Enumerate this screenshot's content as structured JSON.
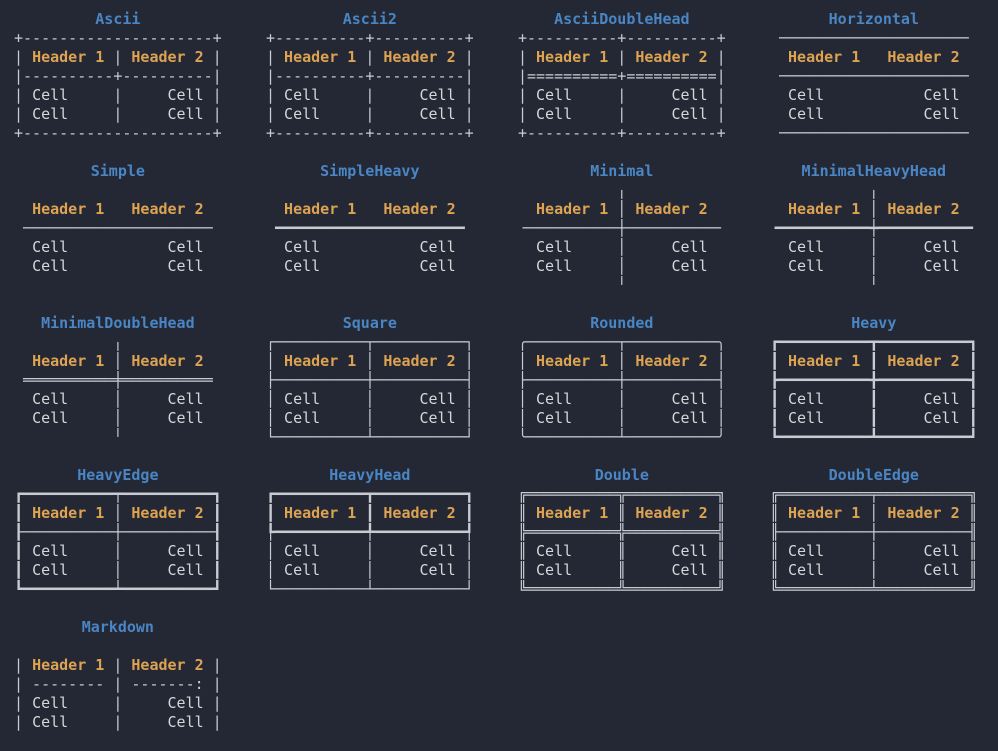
{
  "colors": {
    "background": "#232834",
    "title": "#4a85c4",
    "header": "#dda352",
    "cell": "#d5d7d9",
    "border": "#c8ccd2"
  },
  "table_template": {
    "headers": [
      "Header 1",
      "Header 2"
    ],
    "rows": [
      [
        "Cell",
        "Cell"
      ],
      [
        "Cell",
        "Cell"
      ]
    ]
  },
  "tables": [
    {
      "title": "Ascii",
      "lines": [
        "+---------------------+",
        "| Header 1 | Header 2 |",
        "|----------+----------|",
        "| Cell     |     Cell |",
        "| Cell     |     Cell |",
        "+---------------------+"
      ]
    },
    {
      "title": "Ascii2",
      "lines": [
        "+----------+----------+",
        "| Header 1 | Header 2 |",
        "|----------+----------|",
        "| Cell     |     Cell |",
        "| Cell     |     Cell |",
        "+----------+----------+"
      ]
    },
    {
      "title": "AsciiDoubleHead",
      "lines": [
        "+----------+----------+",
        "| Header 1 | Header 2 |",
        "|==========+==========|",
        "| Cell     |     Cell |",
        "| Cell     |     Cell |",
        "+----------+----------+"
      ]
    },
    {
      "title": "Horizontal",
      "lines": [
        " ───────────────────── ",
        "  Header 1   Header 2  ",
        " ───────────────────── ",
        "  Cell           Cell  ",
        "  Cell           Cell  ",
        " ───────────────────── "
      ]
    },
    {
      "title": "Simple",
      "lines": [
        "                       ",
        "  Header 1   Header 2  ",
        " ───────────────────── ",
        "  Cell           Cell  ",
        "  Cell           Cell  ",
        "                       "
      ]
    },
    {
      "title": "SimpleHeavy",
      "lines": [
        "                       ",
        "  Header 1   Header 2  ",
        " ━━━━━━━━━━━━━━━━━━━━━ ",
        "  Cell           Cell  ",
        "  Cell           Cell  ",
        "                       "
      ]
    },
    {
      "title": "Minimal",
      "lines": [
        "           ╷           ",
        "  Header 1 │ Header 2  ",
        "╶──────────┼──────────╴",
        "  Cell     │     Cell  ",
        "  Cell     │     Cell  ",
        "           ╵           "
      ]
    },
    {
      "title": "MinimalHeavyHead",
      "lines": [
        "           ╷           ",
        "  Header 1 │ Header 2  ",
        "╺━━━━━━━━━━┿━━━━━━━━━━╸",
        "  Cell     │     Cell  ",
        "  Cell     │     Cell  ",
        "           ╵           "
      ]
    },
    {
      "title": "MinimalDoubleHead",
      "lines": [
        "           ╷           ",
        "  Header 1 │ Header 2  ",
        " ══════════╪══════════ ",
        "  Cell     │     Cell  ",
        "  Cell     │     Cell  ",
        "           ╵           "
      ]
    },
    {
      "title": "Square",
      "lines": [
        "┌──────────┬──────────┐",
        "│ Header 1 │ Header 2 │",
        "├──────────┼──────────┤",
        "│ Cell     │     Cell │",
        "│ Cell     │     Cell │",
        "└──────────┴──────────┘"
      ]
    },
    {
      "title": "Rounded",
      "lines": [
        "╭──────────┬──────────╮",
        "│ Header 1 │ Header 2 │",
        "├──────────┼──────────┤",
        "│ Cell     │     Cell │",
        "│ Cell     │     Cell │",
        "╰──────────┴──────────╯"
      ]
    },
    {
      "title": "Heavy",
      "lines": [
        "┏━━━━━━━━━━┳━━━━━━━━━━┓",
        "┃ Header 1 ┃ Header 2 ┃",
        "┣━━━━━━━━━━╋━━━━━━━━━━┫",
        "┃ Cell     ┃     Cell ┃",
        "┃ Cell     ┃     Cell ┃",
        "┗━━━━━━━━━━┻━━━━━━━━━━┛"
      ]
    },
    {
      "title": "HeavyEdge",
      "lines": [
        "┏━━━━━━━━━━┯━━━━━━━━━━┓",
        "┃ Header 1 │ Header 2 ┃",
        "┠──────────┼──────────┨",
        "┃ Cell     │     Cell ┃",
        "┃ Cell     │     Cell ┃",
        "┗━━━━━━━━━━┷━━━━━━━━━━┛"
      ]
    },
    {
      "title": "HeavyHead",
      "lines": [
        "┏━━━━━━━━━━┳━━━━━━━━━━┓",
        "┃ Header 1 ┃ Header 2 ┃",
        "┡━━━━━━━━━━╇━━━━━━━━━━┩",
        "│ Cell     │     Cell │",
        "│ Cell     │     Cell │",
        "└──────────┴──────────┘"
      ]
    },
    {
      "title": "Double",
      "lines": [
        "╔══════════╦══════════╗",
        "║ Header 1 ║ Header 2 ║",
        "╠══════════╬══════════╣",
        "║ Cell     ║     Cell ║",
        "║ Cell     ║     Cell ║",
        "╚══════════╩══════════╝"
      ]
    },
    {
      "title": "DoubleEdge",
      "lines": [
        "╔══════════╤══════════╗",
        "║ Header 1 │ Header 2 ║",
        "╟──────────┼──────────╢",
        "║ Cell     │     Cell ║",
        "║ Cell     │     Cell ║",
        "╚══════════╧══════════╝"
      ]
    },
    {
      "title": "Markdown",
      "lines": [
        "                       ",
        "| Header 1 | Header 2 |",
        "| -------- | -------: |",
        "| Cell     |     Cell |",
        "| Cell     |     Cell |",
        "                       "
      ]
    }
  ]
}
